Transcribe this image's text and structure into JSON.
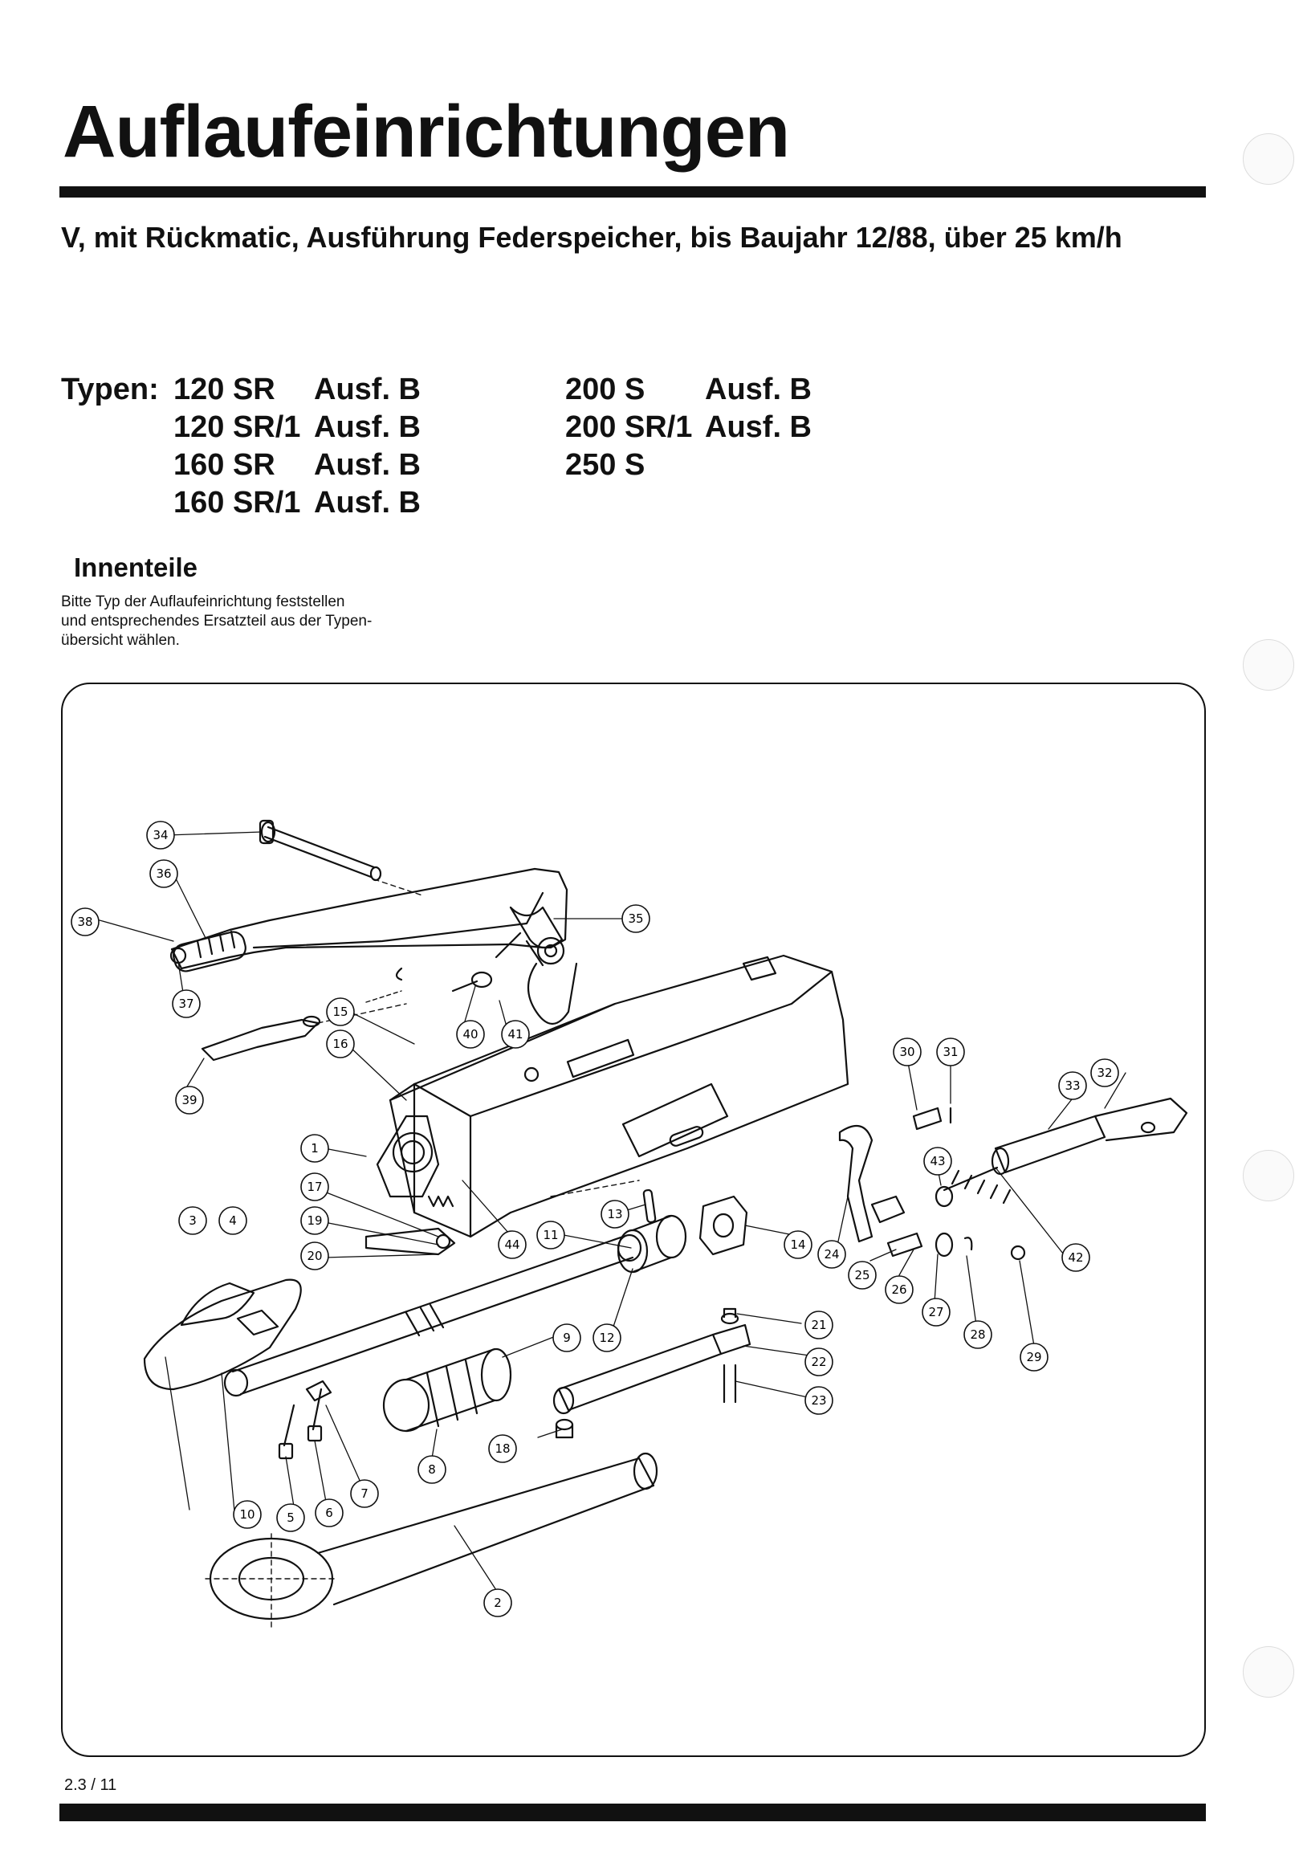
{
  "page": {
    "title": "Auflaufeinrichtungen",
    "subtitle": "V, mit Rückmatic, Ausführung Federspeicher, bis Baujahr 12/88, über 25 km/h",
    "page_number": "2.3 / 11"
  },
  "types": {
    "label": "Typen:",
    "left": [
      {
        "model": "120 SR",
        "ausf": "Ausf. B"
      },
      {
        "model": "120 SR/1",
        "ausf": "Ausf. B"
      },
      {
        "model": "160 SR",
        "ausf": "Ausf. B"
      },
      {
        "model": "160 SR/1",
        "ausf": "Ausf. B"
      }
    ],
    "right": [
      {
        "model": "200 S",
        "ausf": "Ausf. B"
      },
      {
        "model": "200 SR/1",
        "ausf": "Ausf. B"
      },
      {
        "model": "250 S",
        "ausf": ""
      }
    ]
  },
  "section": {
    "title": "Innenteile",
    "note_lines": [
      "Bitte Typ der Auflaufeinrichtung feststellen",
      "und entsprechendes Ersatzteil aus der Typen-",
      "übersicht wählen."
    ]
  },
  "diagram": {
    "callouts": [
      "1",
      "2",
      "3",
      "4",
      "5",
      "6",
      "7",
      "8",
      "9",
      "10",
      "11",
      "12",
      "13",
      "14",
      "15",
      "16",
      "17",
      "18",
      "19",
      "20",
      "21",
      "22",
      "23",
      "24",
      "25",
      "26",
      "27",
      "28",
      "29",
      "30",
      "31",
      "32",
      "33",
      "34",
      "35",
      "36",
      "37",
      "38",
      "39",
      "40",
      "41",
      "42",
      "43",
      "44"
    ]
  }
}
